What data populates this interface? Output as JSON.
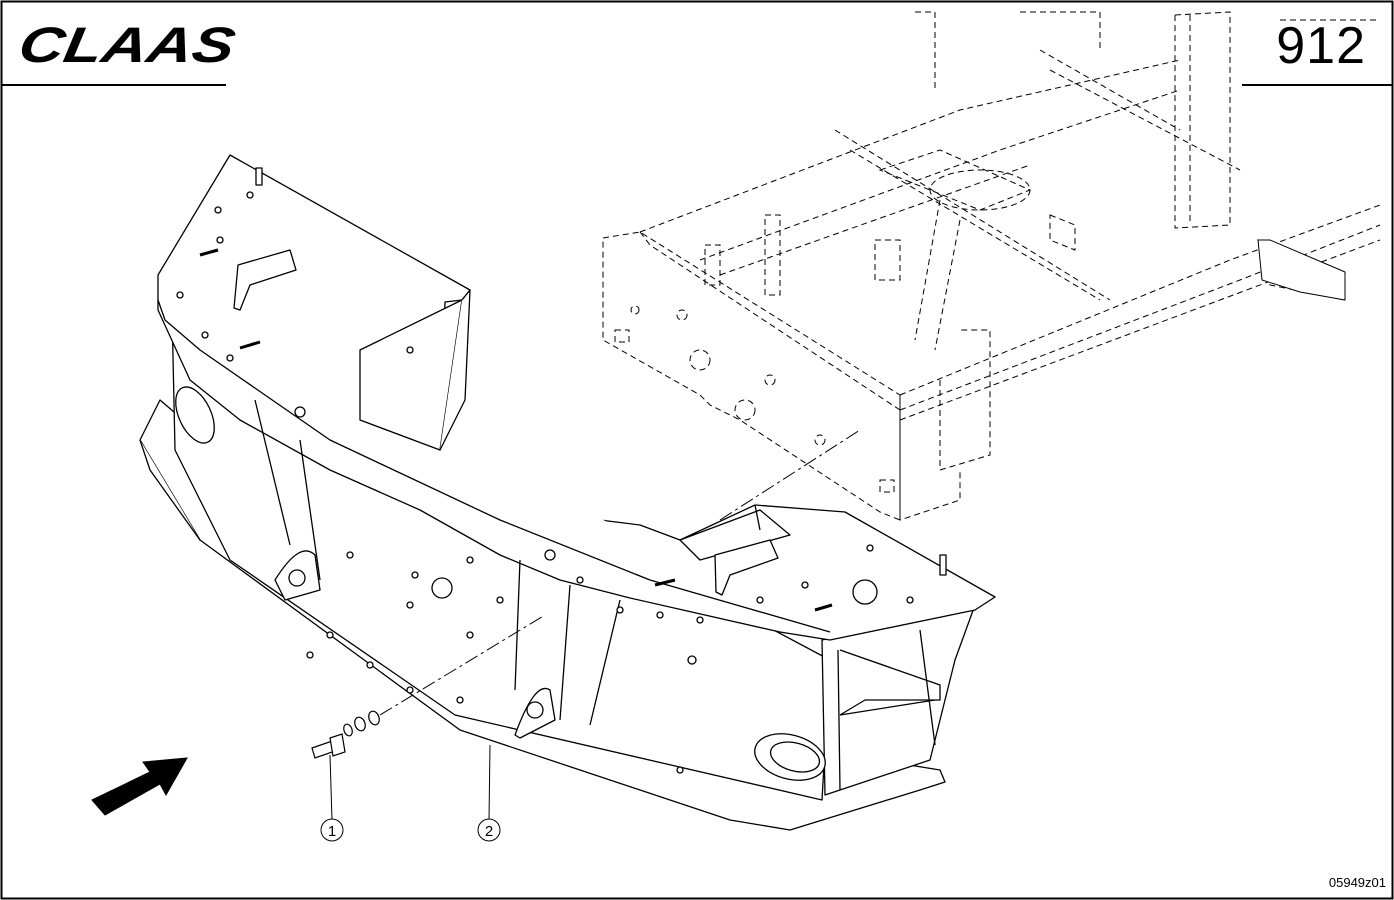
{
  "header": {
    "brand": "CLAAS",
    "page_number": "912"
  },
  "callouts": [
    {
      "number": "1"
    },
    {
      "number": "2"
    }
  ],
  "footer": {
    "drawing_id": "05949z01"
  },
  "colors": {
    "line": "#000000",
    "background": "#ffffff"
  },
  "icons": [
    "direction-arrow-icon"
  ]
}
